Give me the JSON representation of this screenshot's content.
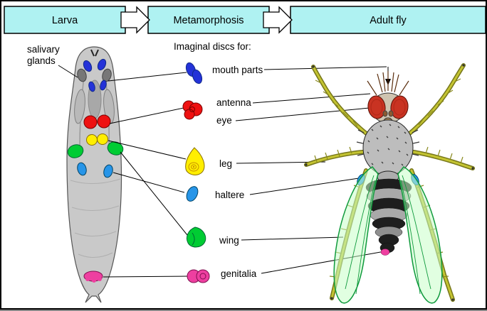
{
  "header": {
    "stages": [
      {
        "label": "Larva"
      },
      {
        "label": "Metamorphosis"
      },
      {
        "label": "Adult fly"
      }
    ]
  },
  "labels": {
    "salivary_line1": "salivary",
    "salivary_line2": "glands",
    "imaginal_heading": "Imaginal discs for:",
    "mouth_parts": "mouth parts",
    "antenna": "antenna",
    "eye": "eye",
    "leg": "leg",
    "haltere": "haltere",
    "wing": "wing",
    "genitalia": "genitalia"
  },
  "colors": {
    "header_bg": "#aff2f2",
    "mouth_parts_disc": "#2432d8",
    "antenna_eye_disc": "#ee1111",
    "leg_disc": "#ffee00",
    "haltere_disc": "#2795e8",
    "wing_disc": "#00cc33",
    "genitalia_disc": "#ee3fa0",
    "larva_body": "#c9c9c9",
    "fly_eye_color": "#c93322",
    "fly_wing_color": "#c8ffc8",
    "fly_leg_color": "#c4c432"
  }
}
